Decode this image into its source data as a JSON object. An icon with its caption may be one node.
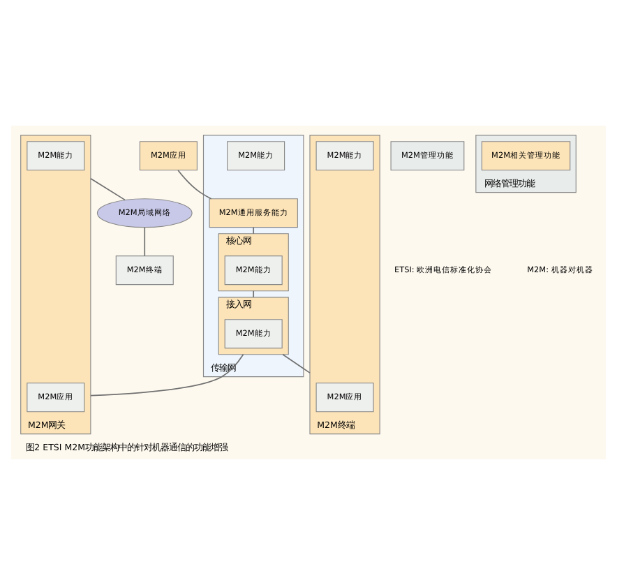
{
  "diagram": {
    "caption": "图2 ETSI M2M功能架构中的针对机器通信的功能增强",
    "nodes": [
      {
        "text": [
          "M2M应用"
        ]
      },
      {
        "text": [
          "传输网"
        ]
      },
      {
        "text": [
          "M2M通用服务能力"
        ],
        "in": 1
      },
      {
        "text": [
          "核心网"
        ],
        "in": 1
      },
      {
        "text": [
          "M2M能力"
        ],
        "in": 3
      },
      {
        "text": [
          "M2M能力"
        ],
        "in": 1
      },
      {
        "text": [
          "接入网"
        ],
        "in": 1
      },
      {
        "text": [
          "M2M能力"
        ],
        "in": 6
      },
      {
        "text": [
          "M2M管理功能"
        ]
      },
      {
        "text": [
          "网络管理功能"
        ]
      },
      {
        "text": [
          "M2M相关管理功能"
        ],
        "in": 9
      },
      {
        "text": [
          "M2M网关"
        ]
      },
      {
        "text": [
          "M2M应用"
        ],
        "in": 11
      },
      {
        "text": [
          "M2M能力"
        ],
        "in": 11
      },
      {
        "text": [
          "M2M终端"
        ]
      },
      {
        "text": [
          "M2M应用"
        ],
        "in": 14
      },
      {
        "text": [
          "M2M能力"
        ],
        "in": 14
      },
      {
        "text": [
          "M2M局域网络"
        ]
      },
      {
        "text": [
          "M2M终端"
        ]
      }
    ],
    "edges": [
      {
        "from": 0,
        "to": 2,
        "arrow": "none"
      },
      {
        "from": 2,
        "to": 3,
        "arrow": "none"
      },
      {
        "from": 3,
        "to": 6,
        "arrow": "none"
      },
      {
        "from": 6,
        "to": 11,
        "arrow": "none"
      },
      {
        "from": 6,
        "to": 14,
        "arrow": "none"
      },
      {
        "from": 11,
        "to": 17,
        "arrow": "none"
      },
      {
        "from": 17,
        "to": 18,
        "arrow": "none"
      }
    ],
    "labels": [
      "ETSI: 欧洲电信标准化协会",
      "M2M: 机器对机器"
    ]
  }
}
